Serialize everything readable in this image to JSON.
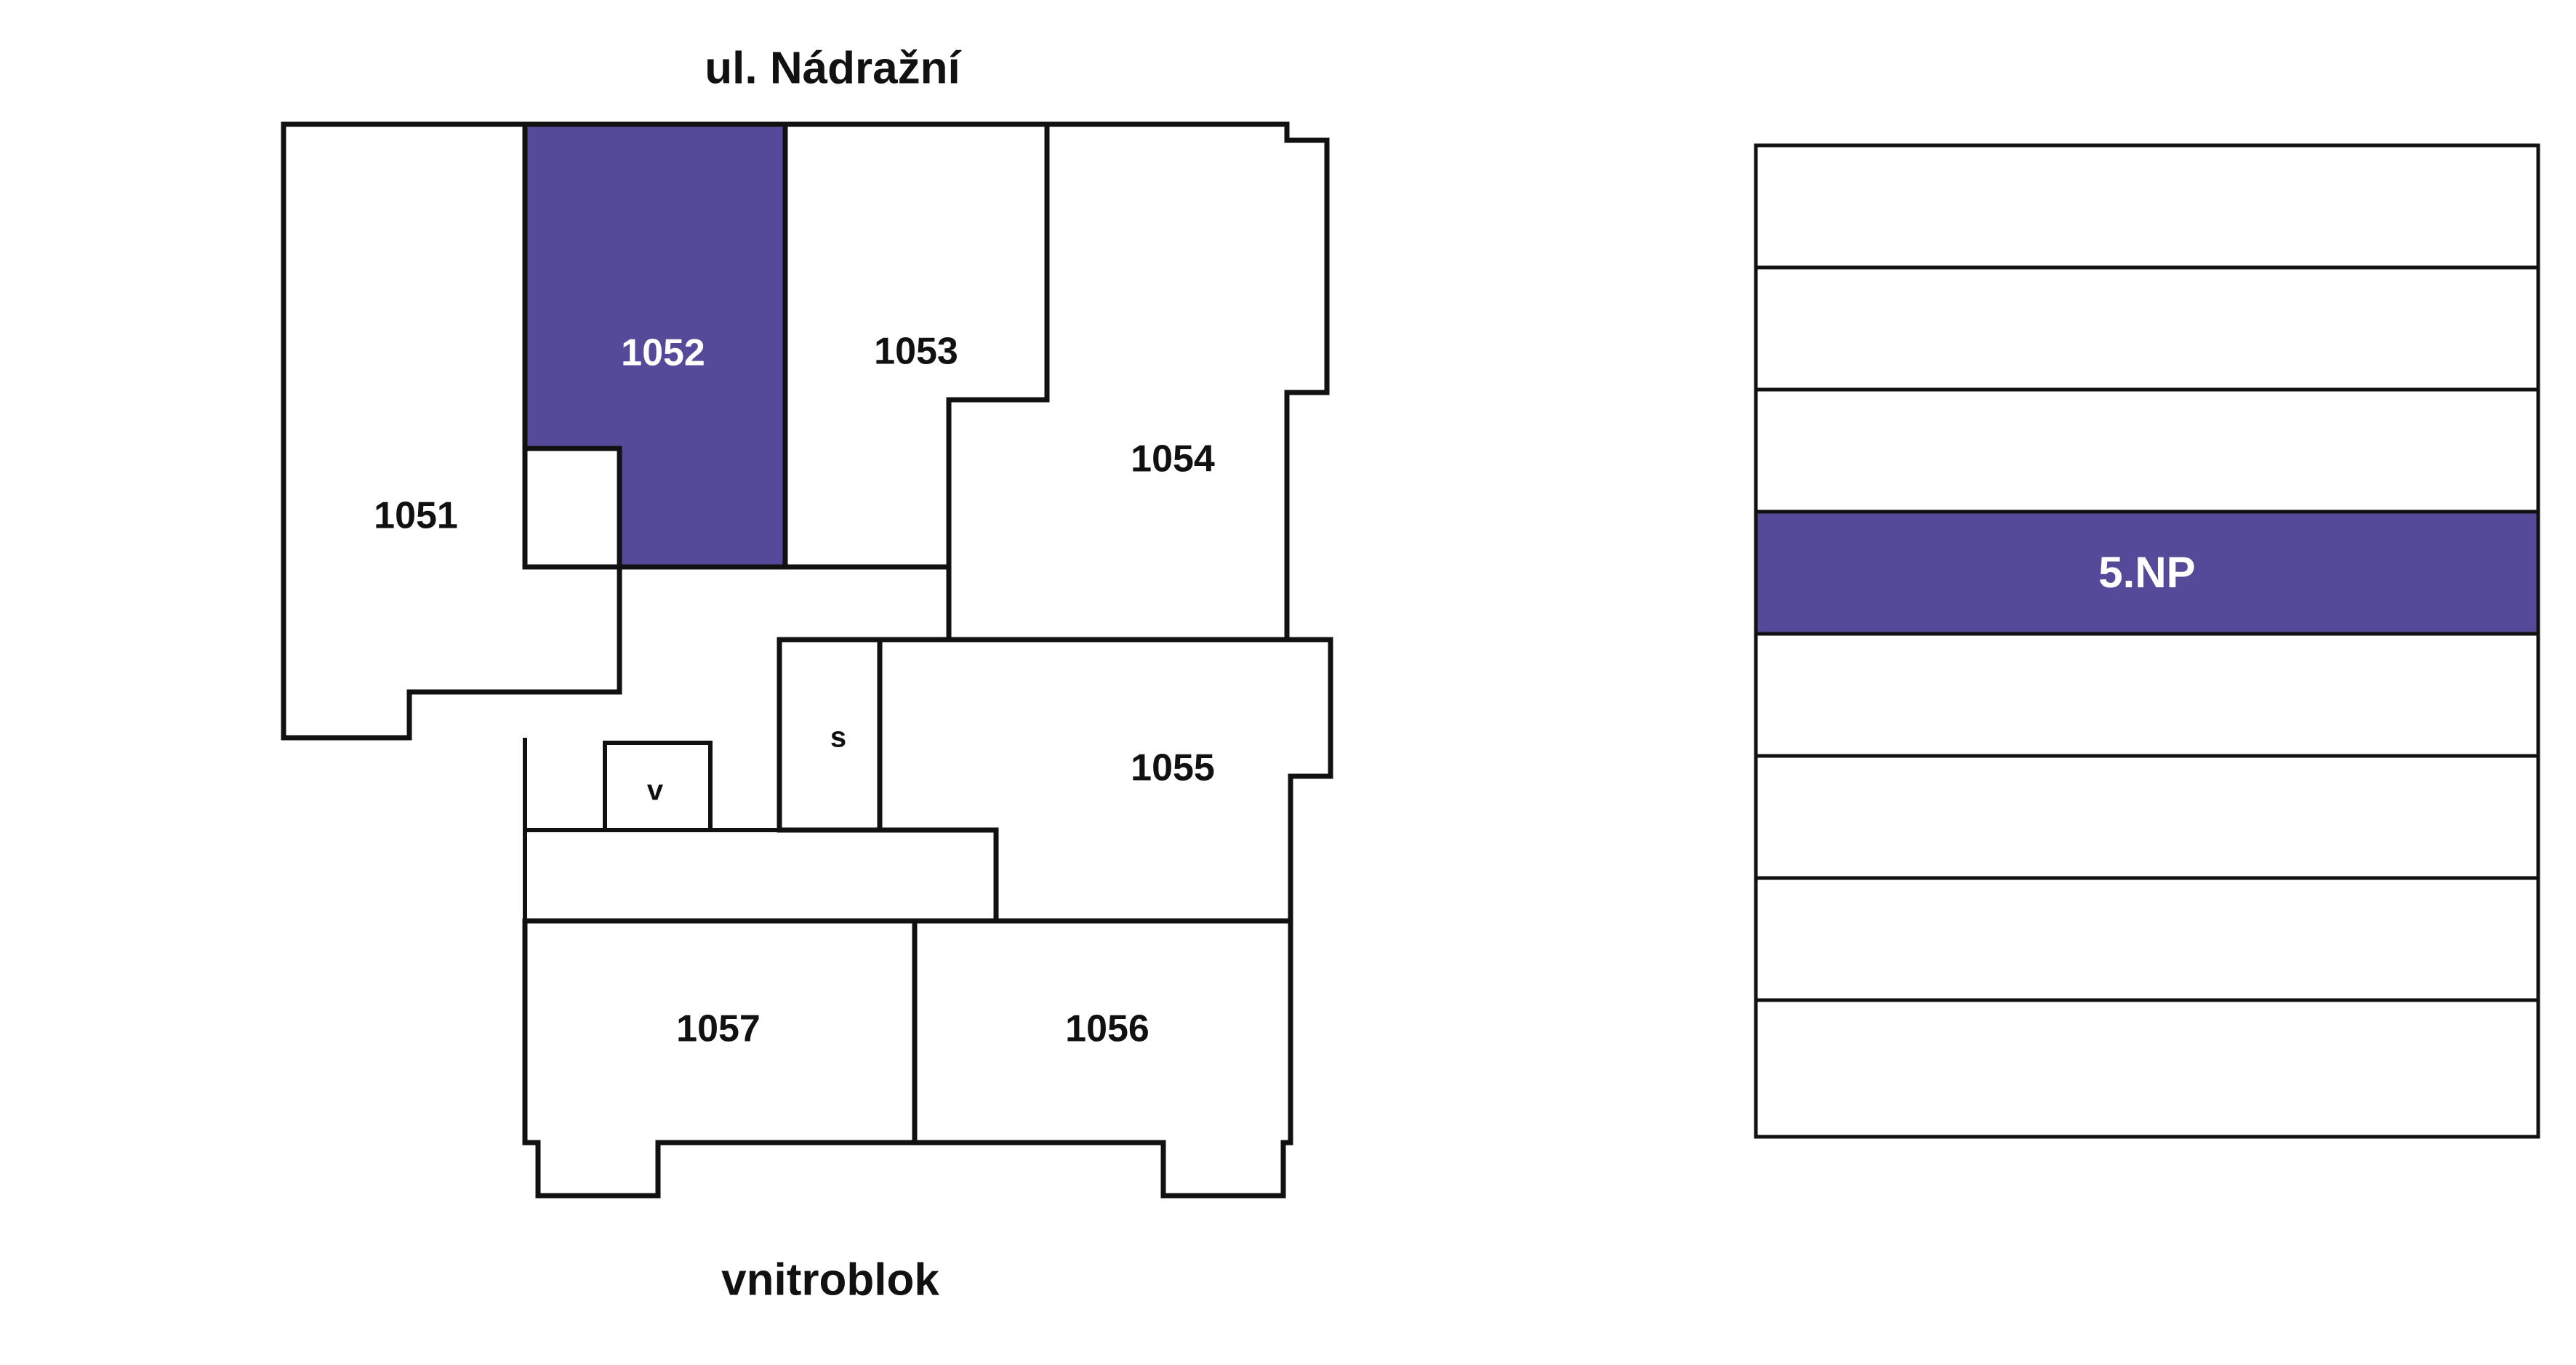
{
  "plan": {
    "street_label": "ul. Nádražní",
    "courtyard_label": "vnitroblok",
    "selected_unit": "1052",
    "accent_color": "#554A99",
    "wall_color": "#111111",
    "units": [
      {
        "id": "u1051",
        "label": "1051",
        "selected": false
      },
      {
        "id": "u1052",
        "label": "1052",
        "selected": true
      },
      {
        "id": "u1053",
        "label": "1053",
        "selected": false
      },
      {
        "id": "u1054",
        "label": "1054",
        "selected": false
      },
      {
        "id": "u1055",
        "label": "1055",
        "selected": false
      },
      {
        "id": "u1056",
        "label": "1056",
        "selected": false
      },
      {
        "id": "u1057",
        "label": "1057",
        "selected": false
      }
    ],
    "rooms": [
      {
        "id": "room-s",
        "label": "s"
      },
      {
        "id": "room-v",
        "label": "v"
      }
    ]
  },
  "floor_stack": {
    "selected_floor": "5.NP",
    "floors": [
      {
        "label": "",
        "selected": false
      },
      {
        "label": "",
        "selected": false
      },
      {
        "label": "",
        "selected": false
      },
      {
        "label": "5.NP",
        "selected": true
      },
      {
        "label": "",
        "selected": false
      },
      {
        "label": "",
        "selected": false
      },
      {
        "label": "",
        "selected": false
      },
      {
        "label": "",
        "selected": false
      }
    ]
  }
}
